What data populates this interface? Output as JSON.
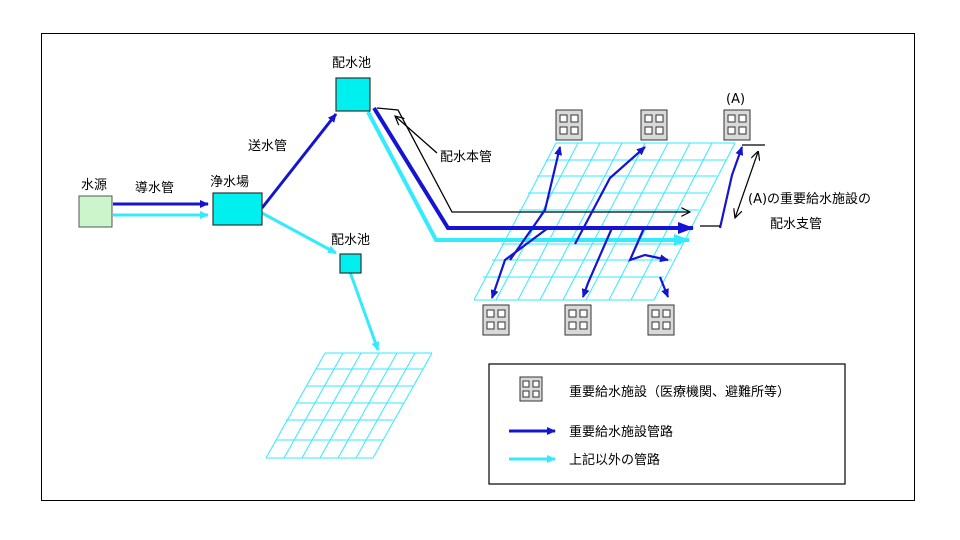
{
  "labels": {
    "source": "水源",
    "intake_pipe": "導水管",
    "treatment_plant": "浄水場",
    "transmission_pipe": "送水管",
    "reservoir_main": "配水池",
    "reservoir_sub": "配水池",
    "main_distribution": "配水本管",
    "marker_a": "(A)",
    "branch_line1": "(A)の重要給水施設の",
    "branch_line2": "配水支管"
  },
  "legend": {
    "facility": "重要給水施設（医療機関、避難所等）",
    "critical_pipe": "重要給水施設管路",
    "other_pipe": "上記以外の管路"
  },
  "colors": {
    "blue": "#1414d2",
    "cyan": "#33eaff",
    "source_fill": "#ccf5cc",
    "box_fill": "#00f0f0",
    "legend_icon": "#d9d9d9"
  }
}
